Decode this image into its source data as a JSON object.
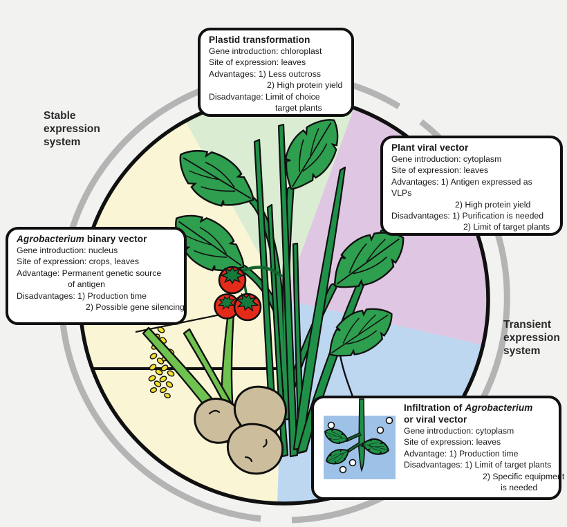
{
  "figure": {
    "description": "Circular diagram of plant-made antigen expression systems, stable vs transient"
  },
  "labels": {
    "stable": "Stable expression system",
    "transient": "Transient expression system"
  },
  "boxes": {
    "plastid": {
      "title": "Plastid transformation",
      "lines": [
        "Gene introduction: chloroplast",
        "Site of expression: leaves",
        "Advantages: 1) Less outcross",
        "2) High protein yield",
        "Disadvantage: Limit of choice",
        "target plants"
      ]
    },
    "viral": {
      "title": "Plant viral vector",
      "lines": [
        "Gene introduction: cytoplasm",
        "Site of expression: leaves",
        "Advantages:  1) Antigen expressed as",
        "VLPs",
        "2) High protein yield",
        "Disadvantages: 1) Purification is needed",
        "2) Limit of target plants"
      ]
    },
    "agro": {
      "title_italic": "Agrobacterium",
      "title_rest": " binary vector",
      "lines": [
        "Gene introduction: nucleus",
        "Site of expression: crops, leaves",
        "Advantage: Permanent genetic source",
        "of antigen",
        "Disadvantages: 1) Production time",
        "2) Possible gene silencing"
      ]
    },
    "infil": {
      "title_pre": "Infiltration of ",
      "title_italic": "Agrobacterium",
      "title_line2": "or viral vector",
      "lines": [
        "Gene introduction: cytoplasm",
        "Site of expression: leaves",
        "Advantage: 1) Production time",
        "Disadvantages: 1) Limit of target plants",
        "2) Specific equipment",
        "is needed"
      ]
    }
  },
  "colors": {
    "sector_yellow": "#FAF6D5",
    "sector_green": "#DAEDD3",
    "sector_pink": "#DFC6E3",
    "sector_blue": "#BDD7F0",
    "arc_gray": "#B4B4B4",
    "circle_outline": "#101010",
    "leaf_green": "#2E9E4F",
    "grass_green": "#1F9048",
    "light_stem_green": "#6FC24F",
    "tomato_red": "#E42B1A",
    "wheat_yellow": "#F2DE2E",
    "potato_tan": "#CCBE9C",
    "infiltration_water_blue": "#9EC1E8"
  }
}
